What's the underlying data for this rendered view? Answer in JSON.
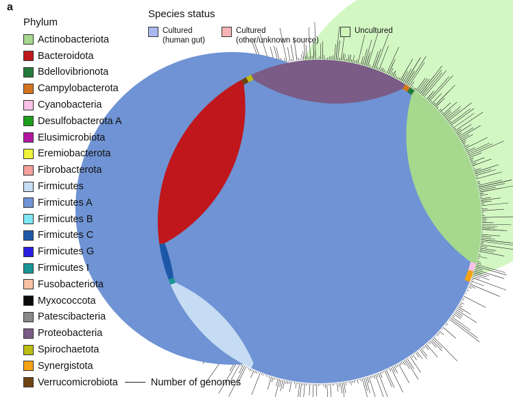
{
  "panel_label": "a",
  "phylum_legend": {
    "title": "Phylum",
    "items": [
      {
        "label": "Actinobacteriota",
        "color": "#a6d88e"
      },
      {
        "label": "Bacteroidota",
        "color": "#c0171c"
      },
      {
        "label": "Bdellovibrionota",
        "color": "#237a3c"
      },
      {
        "label": "Campylobacterota",
        "color": "#d4741f"
      },
      {
        "label": "Cyanobacteria",
        "color": "#f9c1e8"
      },
      {
        "label": "Desulfobacterota A",
        "color": "#1d9e1d"
      },
      {
        "label": "Elusimicrobiota",
        "color": "#b3179f"
      },
      {
        "label": "Eremiobacterota",
        "color": "#f1f33c"
      },
      {
        "label": "Fibrobacterota",
        "color": "#f5a09a"
      },
      {
        "label": "Firmicutes",
        "color": "#c6dcf3"
      },
      {
        "label": "Firmicutes A",
        "color": "#6f93d4"
      },
      {
        "label": "Firmicutes B",
        "color": "#7fe6f3"
      },
      {
        "label": "Firmicutes C",
        "color": "#1d58a8"
      },
      {
        "label": "Firmicutes G",
        "color": "#2a1fe0"
      },
      {
        "label": "Firmicutes I",
        "color": "#1a9696"
      },
      {
        "label": "Fusobacteriota",
        "color": "#f8c3a2"
      },
      {
        "label": "Myxococcota",
        "color": "#0a0a0a"
      },
      {
        "label": "Patescibacteria",
        "color": "#888888"
      },
      {
        "label": "Proteobacteria",
        "color": "#7a5c86"
      },
      {
        "label": "Spirochaetota",
        "color": "#bcbc14"
      },
      {
        "label": "Synergistota",
        "color": "#f5a214"
      },
      {
        "label": "Verrucomicrobiota",
        "color": "#6e4413"
      }
    ],
    "genome_note": "Number of genomes"
  },
  "status_legend": {
    "title": "Species status",
    "items": [
      {
        "lines": [
          "Cultured",
          "(human gut)"
        ],
        "color": "#a9b9f0"
      },
      {
        "lines": [
          "Cultured",
          "(other/unknown source)"
        ],
        "color": "#f7b4b4"
      },
      {
        "lines": [
          "Uncultured"
        ],
        "color": "#cdf5b8"
      }
    ]
  },
  "tree": {
    "background_color": "#d3f7c3",
    "ring_segments": [
      {
        "phylum": "Firmicutes A",
        "start_deg": -8,
        "end_deg": 205,
        "color": "#6f93d4"
      },
      {
        "phylum": "Firmicutes",
        "start_deg": 205,
        "end_deg": 247,
        "color": "#c6dcf3"
      },
      {
        "phylum": "Firmicutes I",
        "start_deg": 247,
        "end_deg": 249,
        "color": "#1a9696"
      },
      {
        "phylum": "Firmicutes C",
        "start_deg": 249,
        "end_deg": 262,
        "color": "#1d58a8"
      },
      {
        "phylum": "Bacteroidota",
        "start_deg": 262,
        "end_deg": 331,
        "color": "#c0171c"
      },
      {
        "phylum": "Verrucomicrobiota",
        "start_deg": 331,
        "end_deg": 333,
        "color": "#6e4413"
      },
      {
        "phylum": "Spirochaetota",
        "start_deg": 333,
        "end_deg": 335,
        "color": "#bcbc14"
      },
      {
        "phylum": "Proteobacteria",
        "start_deg": 335,
        "end_deg": 392,
        "color": "#7a5c86"
      },
      {
        "phylum": "Campylobacterota",
        "start_deg": 392,
        "end_deg": 394,
        "color": "#d4741f"
      },
      {
        "phylum": "Bdellovibrionota",
        "start_deg": 394,
        "end_deg": 396,
        "color": "#237a3c"
      },
      {
        "phylum": "Actinobacteriota",
        "start_deg": 396,
        "end_deg": 465,
        "color": "#a6d88e"
      },
      {
        "phylum": "Cyanobacteria",
        "start_deg": 465,
        "end_deg": 468,
        "color": "#f9c1e8"
      },
      {
        "phylum": "Synergistota",
        "start_deg": 468,
        "end_deg": 472,
        "color": "#f5a214"
      }
    ],
    "cultured_wedges": [
      {
        "status": "Cultured (human gut)",
        "start_deg": 225,
        "end_deg": 268,
        "color": "#a9b9f0"
      },
      {
        "status": "Cultured (human gut)",
        "start_deg": 343,
        "end_deg": 372,
        "color": "#a9b9f0"
      },
      {
        "status": "Cultured (human gut)",
        "start_deg": 445,
        "end_deg": 452,
        "color": "#a9b9f0"
      },
      {
        "status": "Cultured (other/unknown source)",
        "start_deg": 296,
        "end_deg": 300,
        "color": "#f7b4b4"
      },
      {
        "status": "Cultured (other/unknown source)",
        "start_deg": 360,
        "end_deg": 363,
        "color": "#f7b4b4"
      }
    ],
    "highlight_clade": {
      "phylum": "Desulfobacterota A",
      "angle_deg": 194,
      "color": "#1d9e1d"
    }
  }
}
